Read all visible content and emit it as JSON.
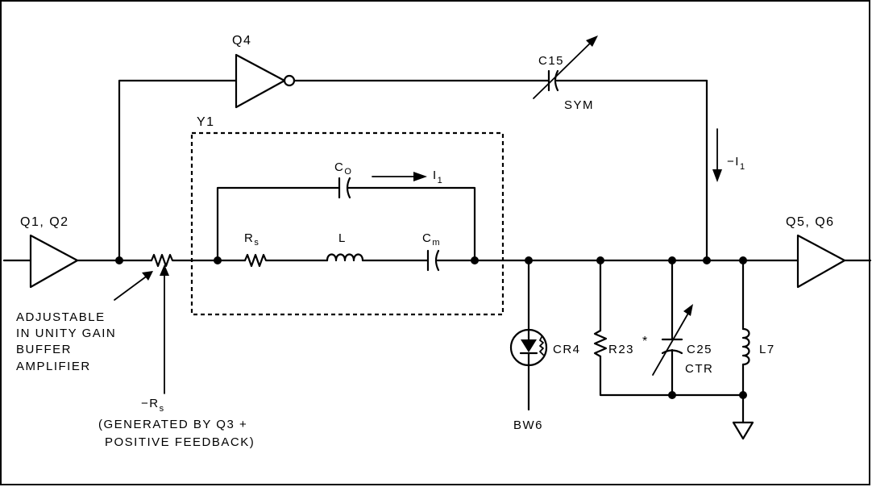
{
  "labels": {
    "q1q2": "Q1, Q2",
    "q4": "Q4",
    "q5q6": "Q5, Q6",
    "y1": "Y1",
    "c0": "C",
    "c0_sub": "O",
    "i1": "I",
    "i1_sub": "1",
    "rs": "R",
    "rs_sub": "s",
    "l": "L",
    "cm": "C",
    "cm_sub": "m",
    "c15": "C15",
    "sym": "SYM",
    "minus_i1": "−I",
    "minus_i1_sub": "1",
    "cr4": "CR4",
    "r23": "R23",
    "r23_mark": "*",
    "c25": "C25",
    "ctr": "CTR",
    "l7": "L7",
    "bw6": "BW6",
    "minus_rs": "−R",
    "minus_rs_sub": "s",
    "adjustable_note": [
      "ADJUSTABLE",
      "IN UNITY GAIN",
      "BUFFER",
      "AMPLIFIER"
    ],
    "generated_note": [
      "(GENERATED BY Q3 +",
      "POSITIVE FEEDBACK)"
    ]
  }
}
